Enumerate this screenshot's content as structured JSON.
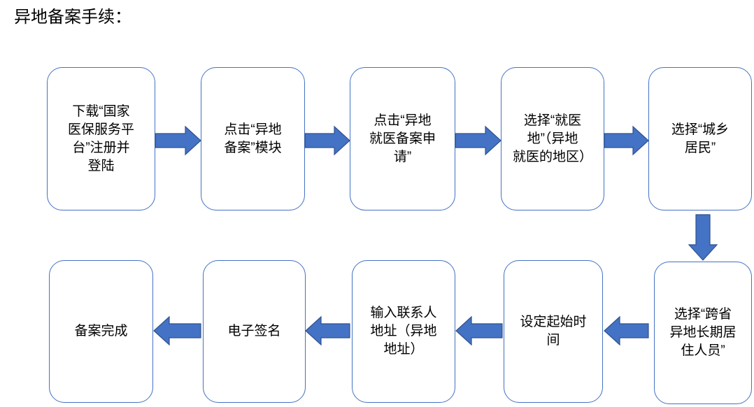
{
  "title": "异地备案手续：",
  "colors": {
    "box_border": "#4472C4",
    "arrow_fill": "#4472C4",
    "arrow_stroke": "#2F528F",
    "text": "#000000",
    "background": "#FFFFFF"
  },
  "steps": [
    {
      "lines": [
        "下载“国家",
        "医保服务平",
        "台”注册并",
        "登陆"
      ]
    },
    {
      "lines": [
        "点击“异地",
        "备案”模块"
      ]
    },
    {
      "lines": [
        "点击“异地",
        "就医备案申",
        "请”"
      ]
    },
    {
      "lines": [
        "选择“就医",
        "地”（异地",
        "就医的地区）"
      ]
    },
    {
      "lines": [
        "选择“城乡",
        "居民”"
      ]
    },
    {
      "lines": [
        "选择“跨省",
        "异地长期居",
        "住人员”"
      ]
    },
    {
      "lines": [
        "设定起始时",
        "间"
      ]
    },
    {
      "lines": [
        "输入联系人",
        "地址（异地",
        "地址）"
      ]
    },
    {
      "lines": [
        "电子签名"
      ]
    },
    {
      "lines": [
        "备案完成"
      ]
    }
  ]
}
